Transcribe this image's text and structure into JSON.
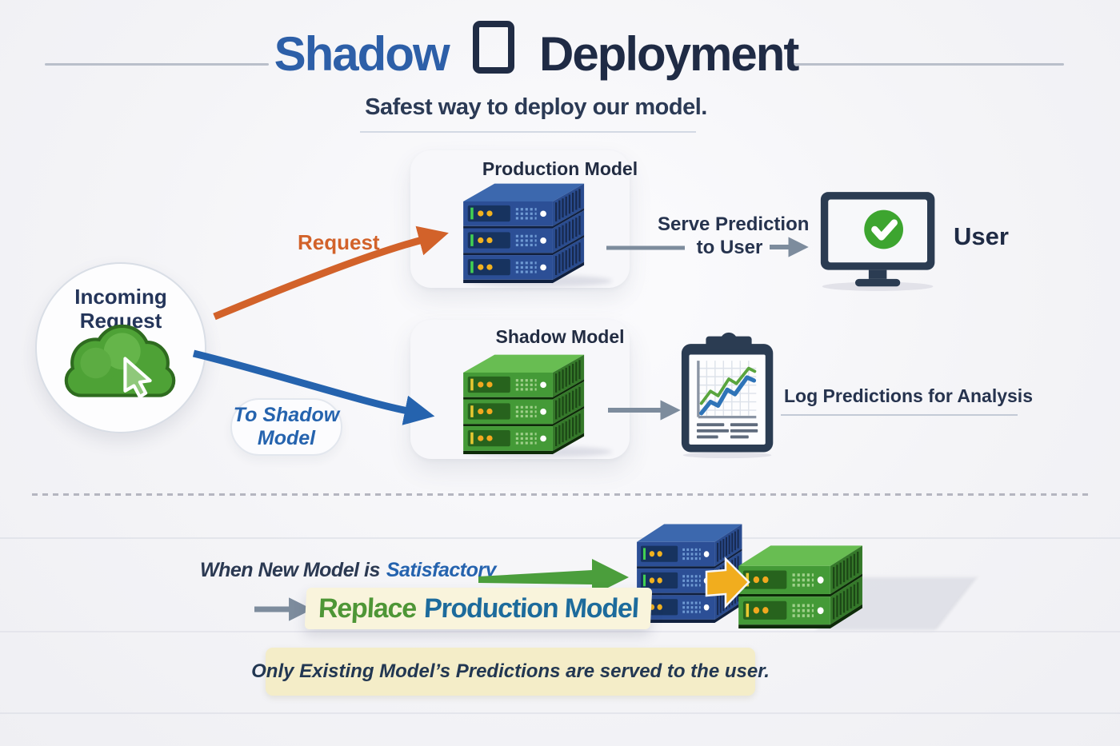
{
  "header": {
    "title_part1": "Shadow",
    "title_part2": "Deployment",
    "subtitle": "Safest way to deploy our model."
  },
  "incoming": {
    "line1": "Incoming",
    "line2": "Request"
  },
  "labels": {
    "request": "Request",
    "to_shadow_line1": "To Shadow",
    "to_shadow_line2": "Model",
    "production_title": "Production Model",
    "shadow_title": "Shadow Model",
    "serve_line1": "Serve Prediction",
    "serve_line2": "to User",
    "user": "User",
    "log": "Log Predictions for Analysis"
  },
  "bottom": {
    "condition_plain": "When New Model is",
    "condition_highlight": "Satisfactory",
    "replace_highlight": "Replace",
    "replace_rest": "Production Model",
    "note": "Only Existing Model’s Predictions are served to the user."
  },
  "icons": {
    "incoming": "cloud-cursor-icon",
    "production": "server-stack-blue-icon",
    "shadow": "server-stack-green-icon",
    "user_display": "monitor-check-icon",
    "logging": "clipboard-chart-icon"
  },
  "colors": {
    "title_blue": "#2d5fa8",
    "title_dark": "#1f2b45",
    "arrow_orange": "#d2622a",
    "arrow_blue": "#2563ae",
    "arrow_gray": "#7d8c9d",
    "arrow_green": "#4b9e3c",
    "arrow_yellow": "#f1ad1e",
    "replace_green": "#4e9636",
    "replace_teal": "#1d6b9c",
    "note_bg": "#f4edc8",
    "server_blue": "#2b509a",
    "server_green": "#449a37"
  }
}
